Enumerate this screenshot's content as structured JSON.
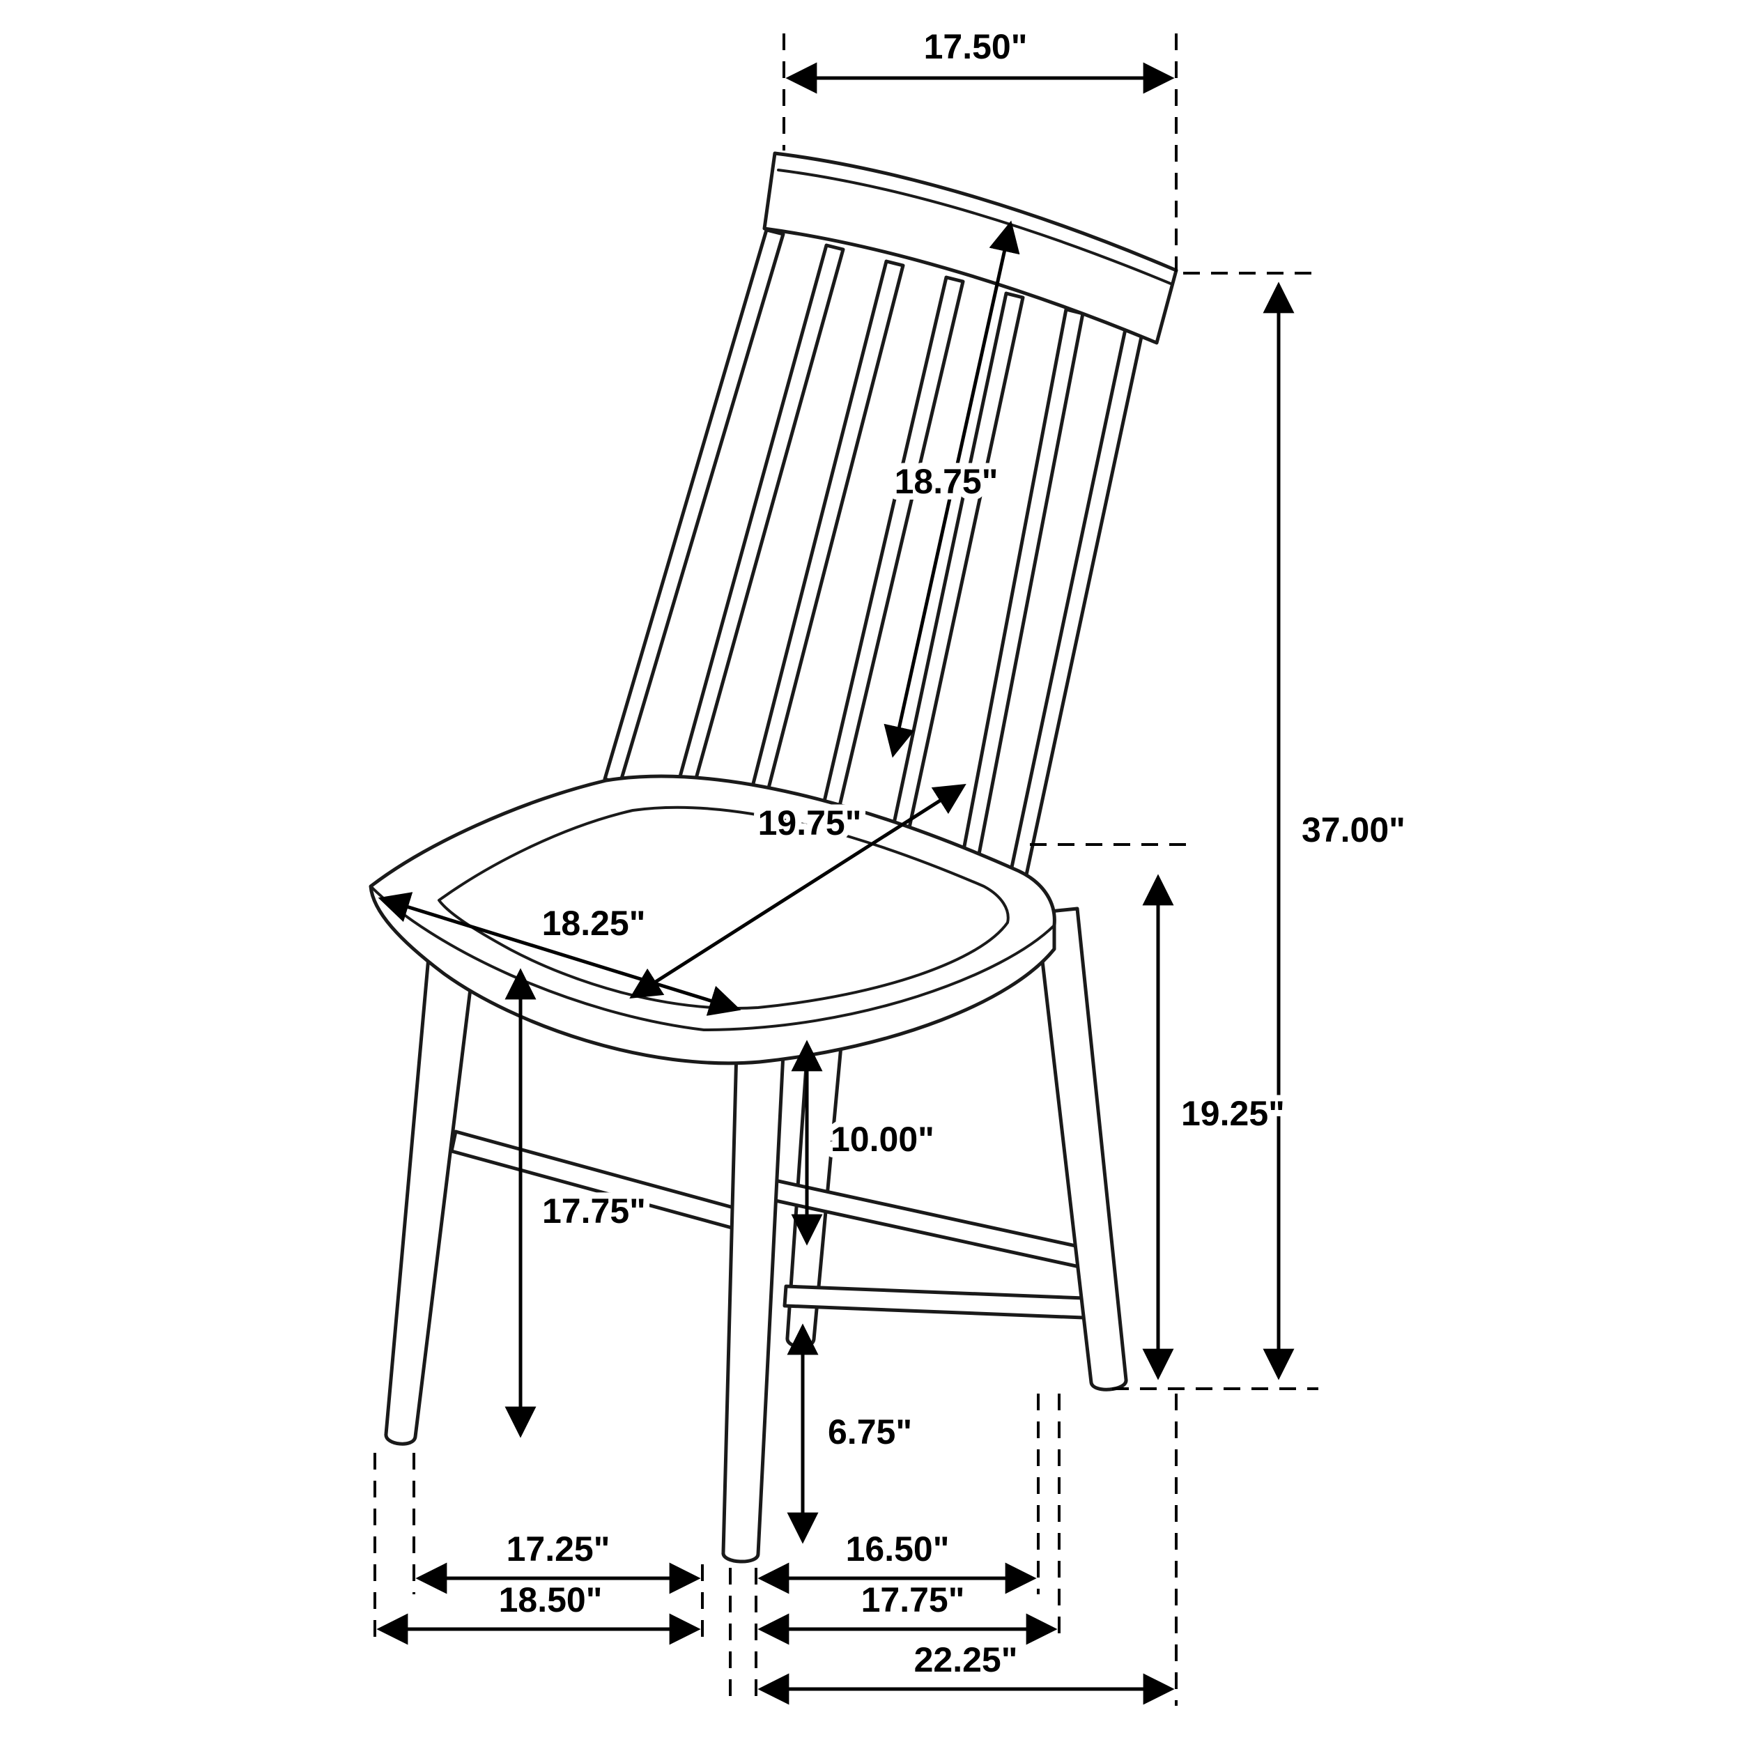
{
  "diagram": {
    "subject": "windsor-side-chair-dimension-drawing",
    "line_color": "#000000",
    "background_color": "#ffffff"
  },
  "dimensions": {
    "top_back_width": "17.50\"",
    "back_length": "18.75\"",
    "overall_height": "37.00\"",
    "seat_depth": "19.75\"",
    "seat_width": "18.25\"",
    "seat_back_height": "19.25\"",
    "seat_to_stretcher": "10.00\"",
    "floor_to_seat": "17.75\"",
    "floor_to_stretcher": "6.75\"",
    "front_leg_spread": "17.25\"",
    "side_leg_spread": "16.50\"",
    "front_base_width": "18.50\"",
    "side_base_depth": "17.75\"",
    "overall_depth": "22.25\""
  }
}
